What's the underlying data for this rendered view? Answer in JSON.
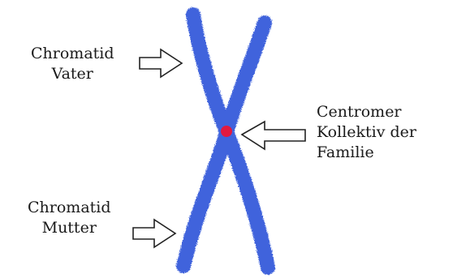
{
  "labels": {
    "chromatid_vater": {
      "line1": "Chromatid",
      "line2": "Vater"
    },
    "chromatid_mutter": {
      "line1": "Chromatid",
      "line2": "Mutter"
    },
    "centromer": {
      "line1": "Centromer",
      "line2": "Kollektiv der",
      "line3": "Familie"
    }
  },
  "colors": {
    "chromosome": "#3f63dc",
    "centromere": "#e2193f",
    "arrow_stroke": "#222222",
    "arrow_fill": "#ffffff",
    "text": "#1a1a1a",
    "background": "#ffffff"
  }
}
